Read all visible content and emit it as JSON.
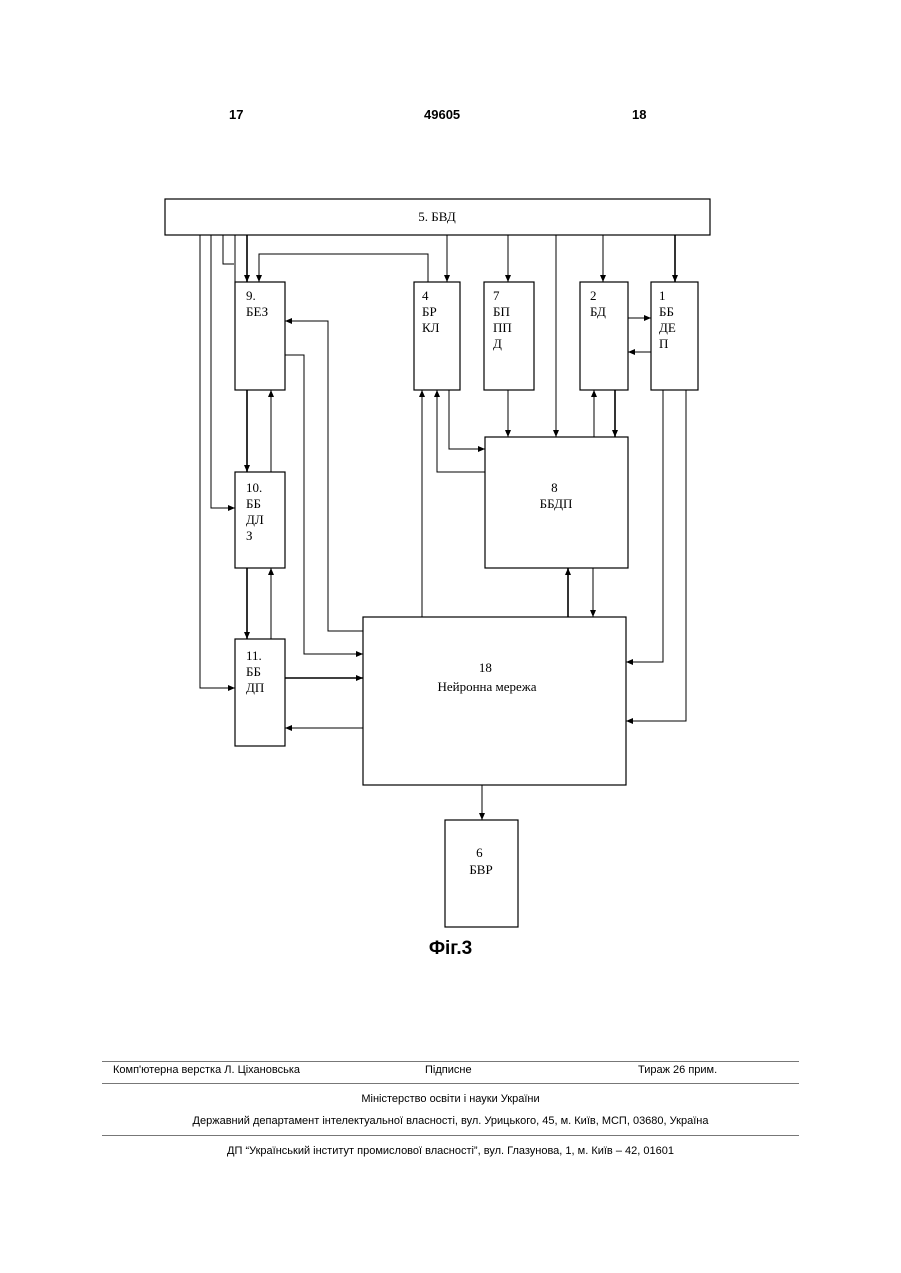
{
  "header": {
    "left_page": "17",
    "patent_no": "49605",
    "right_page": "18"
  },
  "blocks": {
    "b5": [
      "5. БВД"
    ],
    "b9": [
      "9.",
      "БЕЗ"
    ],
    "b4": [
      "4",
      "БР",
      "КЛ"
    ],
    "b7": [
      "7",
      "БП",
      "ПП",
      "Д"
    ],
    "b2": [
      "2",
      "БД"
    ],
    "b1": [
      "1",
      "ББ",
      "ДЕ",
      "П"
    ],
    "b8": [
      "8",
      "ББДП"
    ],
    "b10": [
      "10.",
      "ББ",
      "ДЛ",
      "З"
    ],
    "b11": [
      "11.",
      "ББ",
      "ДП"
    ],
    "b18": [
      "18",
      "Нейронна мережа"
    ],
    "b6": [
      "6",
      "БВР"
    ]
  },
  "caption": "Фіг.3",
  "footer": {
    "layout": "Комп'ютерна верстка Л. Ціхановська",
    "signed": "Підписне",
    "print_run": "Тираж 26 прим.",
    "ministry": "Міністерство освіти і науки України",
    "department": "Державний департамент інтелектуальної власності, вул. Урицького, 45, м. Київ, МСП, 03680, Україна",
    "institute": "ДП “Український інститут промислової власності”, вул. Глазунова, 1, м. Київ – 42, 01601"
  }
}
